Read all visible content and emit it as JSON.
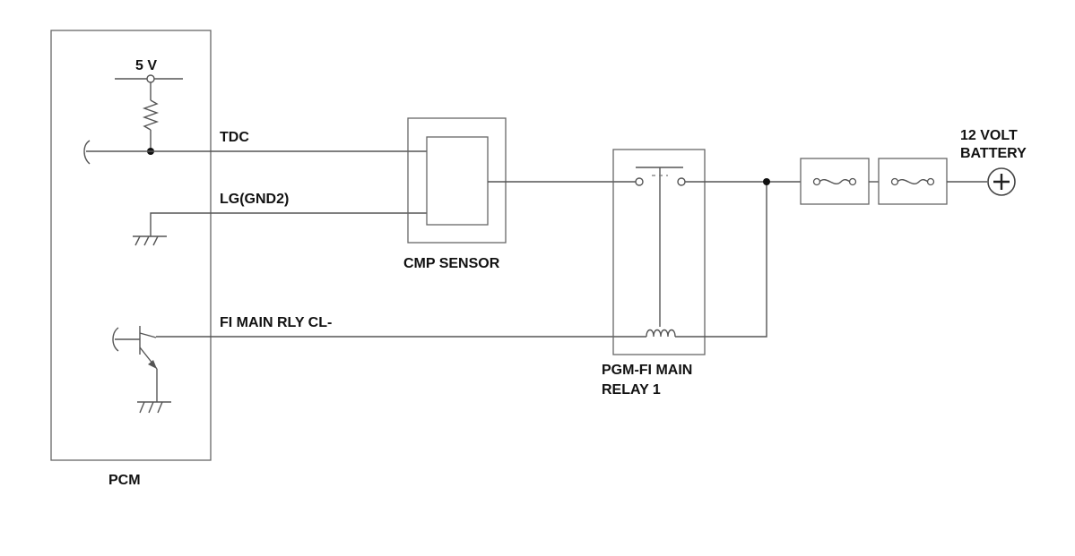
{
  "labels": {
    "voltage_5v": "5 V",
    "tdc": "TDC",
    "lg_gnd2": "LG(GND2)",
    "fi_main_rly": "FI MAIN RLY CL-",
    "cmp_sensor": "CMP SENSOR",
    "relay_line1": "PGM-FI MAIN",
    "relay_line2": "RELAY 1",
    "battery_line1": "12 VOLT",
    "battery_line2": "BATTERY",
    "pcm": "PCM"
  },
  "colors": {
    "wire": "#555555",
    "text": "#111111",
    "background": "#ffffff"
  }
}
